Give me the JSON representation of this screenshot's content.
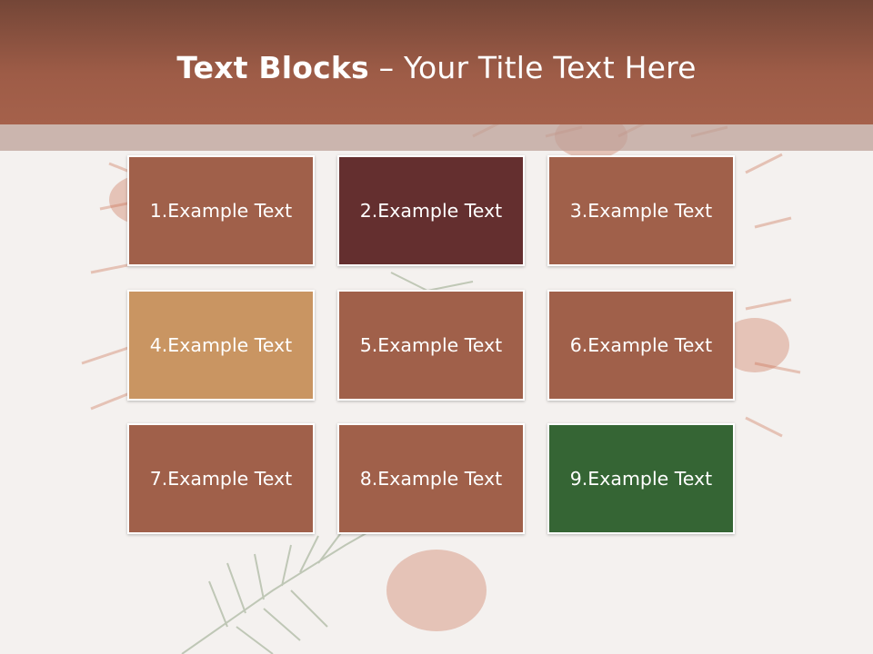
{
  "slide": {
    "title_bold": "Text Blocks",
    "title_rest": " – Your Title Text Here"
  },
  "blocks": [
    {
      "label": "1.Example Text",
      "color": "#a0604a"
    },
    {
      "label": "2.Example Text",
      "color": "#642f2f"
    },
    {
      "label": "3.Example Text",
      "color": "#a0604a"
    },
    {
      "label": "4.Example Text",
      "color": "#c99562"
    },
    {
      "label": "5.Example Text",
      "color": "#a0604a"
    },
    {
      "label": "6.Example Text",
      "color": "#a0604a"
    },
    {
      "label": "7.Example Text",
      "color": "#a0604a"
    },
    {
      "label": "8.Example Text",
      "color": "#a0604a"
    },
    {
      "label": "9.Example Text",
      "color": "#356534"
    }
  ],
  "colors": {
    "header": "#a5614b",
    "background": "#f4f1ef"
  }
}
